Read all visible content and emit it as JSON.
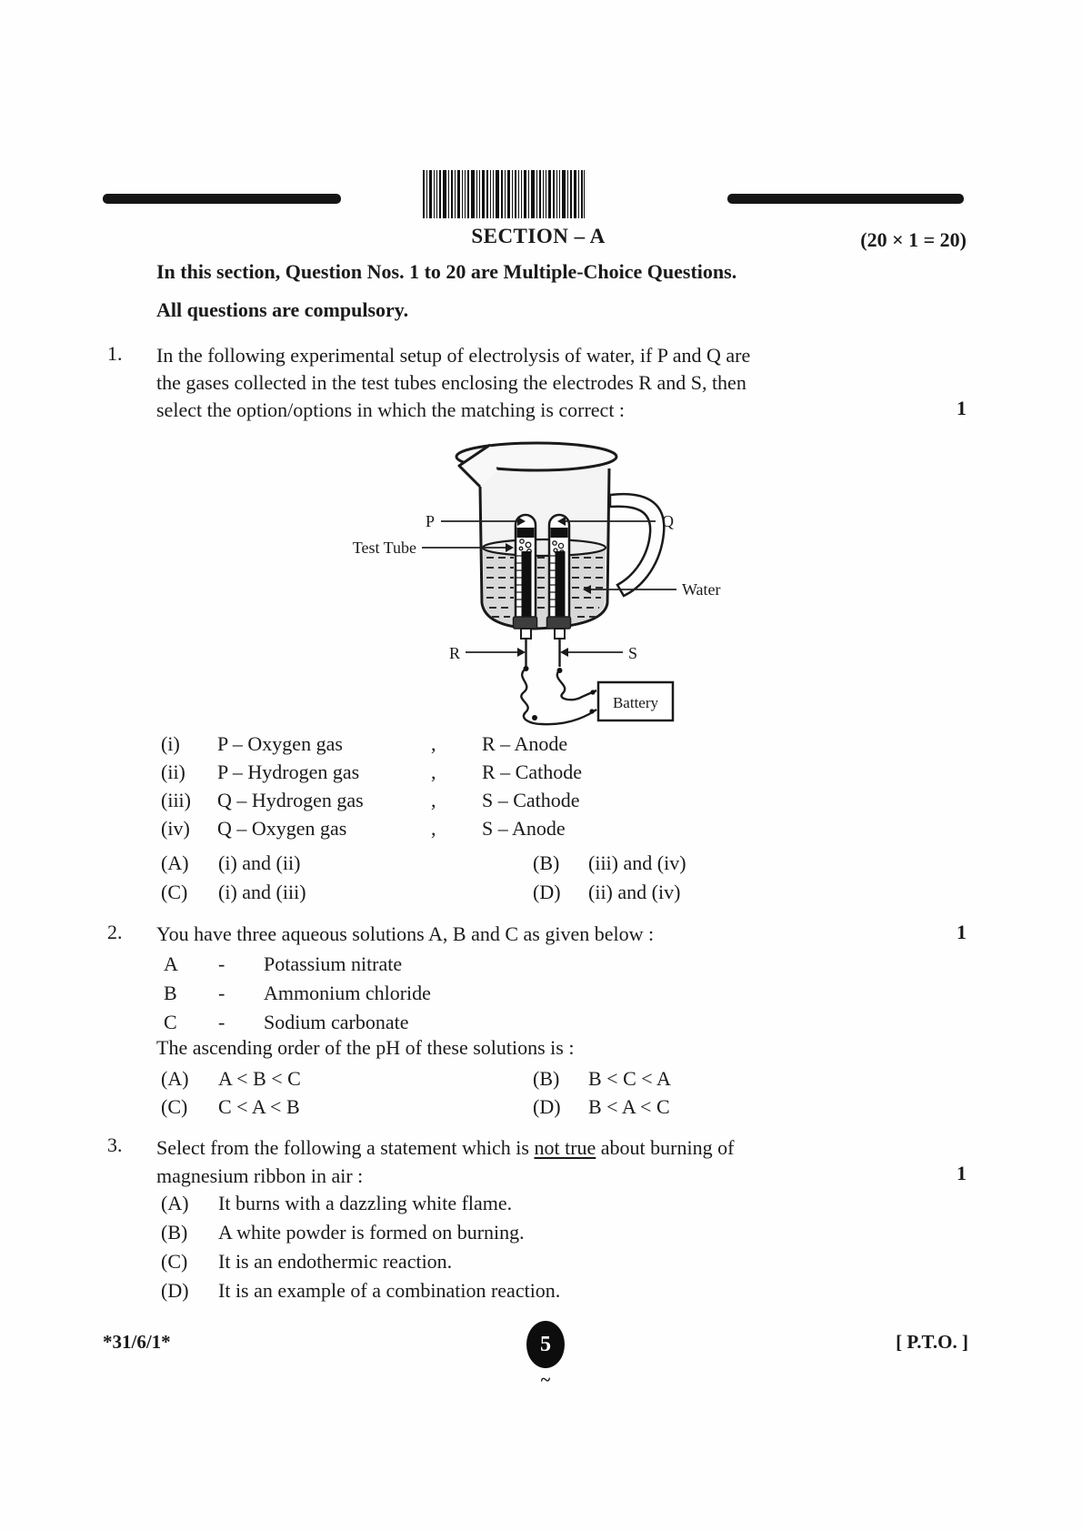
{
  "header": {
    "section_title": "SECTION – A",
    "marks_scheme": "(20 × 1 = 20)",
    "intro_line1": "In this section, Question Nos. 1 to 20 are Multiple-Choice Questions.",
    "intro_line2": "All questions are compulsory."
  },
  "q1": {
    "number": "1.",
    "marks": "1",
    "line1": "In the following experimental setup of electrolysis of water, if P and Q are",
    "line2": "the gases collected in the test tubes enclosing the electrodes R and S, then",
    "line3": "select the option/options in which the matching is correct :",
    "diagram": {
      "label_p": "P",
      "label_q": "Q",
      "label_test_tube": "Test Tube",
      "label_water": "Water",
      "label_r": "R",
      "label_s": "S",
      "label_battery": "Battery"
    },
    "separator": ",",
    "matchings": [
      {
        "num": "(i)",
        "left": "P – Oxygen gas",
        "right": "R – Anode"
      },
      {
        "num": "(ii)",
        "left": "P – Hydrogen gas",
        "right": "R – Cathode"
      },
      {
        "num": "(iii)",
        "left": "Q – Hydrogen gas",
        "right": "S – Cathode"
      },
      {
        "num": "(iv)",
        "left": "Q – Oxygen gas",
        "right": "S – Anode"
      }
    ],
    "options": [
      {
        "label": "(A)",
        "text": "(i) and (ii)"
      },
      {
        "label": "(B)",
        "text": "(iii) and (iv)"
      },
      {
        "label": "(C)",
        "text": "(i) and (iii)"
      },
      {
        "label": "(D)",
        "text": "(ii) and (iv)"
      }
    ]
  },
  "q2": {
    "number": "2.",
    "marks": "1",
    "intro": "You have three aqueous solutions A, B and C as given below :",
    "solutions": [
      {
        "letter": "A",
        "dash": "-",
        "name": "Potassium nitrate"
      },
      {
        "letter": "B",
        "dash": "-",
        "name": "Ammonium chloride"
      },
      {
        "letter": "C",
        "dash": "-",
        "name": "Sodium carbonate"
      }
    ],
    "prompt": "The ascending order of the pH of these solutions is :",
    "options": [
      {
        "label": "(A)",
        "text": "A < B < C"
      },
      {
        "label": "(B)",
        "text": "B < C < A"
      },
      {
        "label": "(C)",
        "text": "C < A < B"
      },
      {
        "label": "(D)",
        "text": "B < A < C"
      }
    ]
  },
  "q3": {
    "number": "3.",
    "marks": "1",
    "line1_before": "Select from the following a statement which is ",
    "line1_underlined": "not true",
    "line1_after": " about burning of",
    "line2": "magnesium ribbon in air :",
    "options": [
      {
        "label": "(A)",
        "text": "It burns with a dazzling white flame."
      },
      {
        "label": "(B)",
        "text": "A white powder is formed on burning."
      },
      {
        "label": "(C)",
        "text": "It is an endothermic reaction."
      },
      {
        "label": "(D)",
        "text": "It is an example of a combination reaction."
      }
    ]
  },
  "footer": {
    "paper_code": "*31/6/1*",
    "page_number": "5",
    "tilde": "~",
    "pto": "[ P.T.O. ]"
  },
  "colors": {
    "ink": "#1a1a1a",
    "paper": "#fefefe"
  }
}
